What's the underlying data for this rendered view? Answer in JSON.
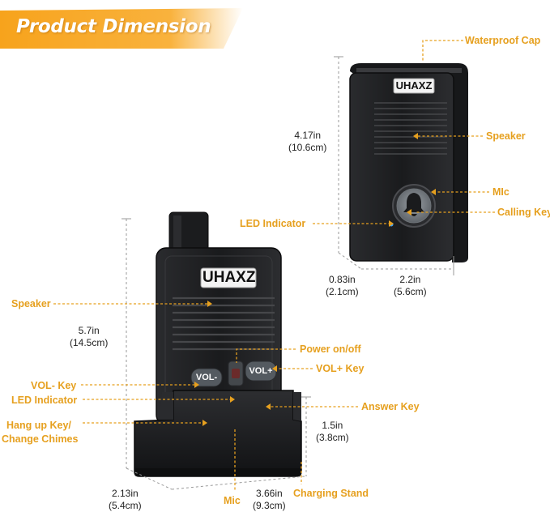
{
  "banner": {
    "title": "Product Dimension"
  },
  "brand": "UHAXZ",
  "labels": {
    "waterproof_cap": "Waterproof Cap",
    "outdoor_speaker": "Speaker",
    "mic_outdoor": "MIc",
    "calling_key": "Calling Key",
    "led_indicator_outdoor": "LED Indicator",
    "speaker_indoor": "Speaker",
    "power": "Power on/off",
    "vol_minus": "VOL- Key",
    "vol_plus": "VOL+ Key",
    "led_indicator_indoor": "LED Indicator",
    "answer_key": "Answer Key",
    "hangup_1": "Hang up Key/",
    "hangup_2": "Change Chimes",
    "mic_indoor": "Mic",
    "charging_stand": "Charging Stand"
  },
  "buttons": {
    "vol_minus": "VOL-",
    "vol_plus": "VOL+"
  },
  "dimensions": {
    "outdoor_height": {
      "in": "4.17in",
      "cm": "(10.6cm)"
    },
    "outdoor_depth": {
      "in": "0.83in",
      "cm": "(2.1cm)"
    },
    "outdoor_width": {
      "in": "2.2in",
      "cm": "(5.6cm)"
    },
    "indoor_height": {
      "in": "5.7in",
      "cm": "(14.5cm)"
    },
    "stand_height": {
      "in": "1.5in",
      "cm": "(3.8cm)"
    },
    "stand_depth": {
      "in": "2.13in",
      "cm": "(5.4cm)"
    },
    "stand_width": {
      "in": "3.66in",
      "cm": "(9.3cm)"
    }
  },
  "colors": {
    "accent": "#e6a01f",
    "device": "#1e1f21",
    "banner": "#f7a31c"
  }
}
